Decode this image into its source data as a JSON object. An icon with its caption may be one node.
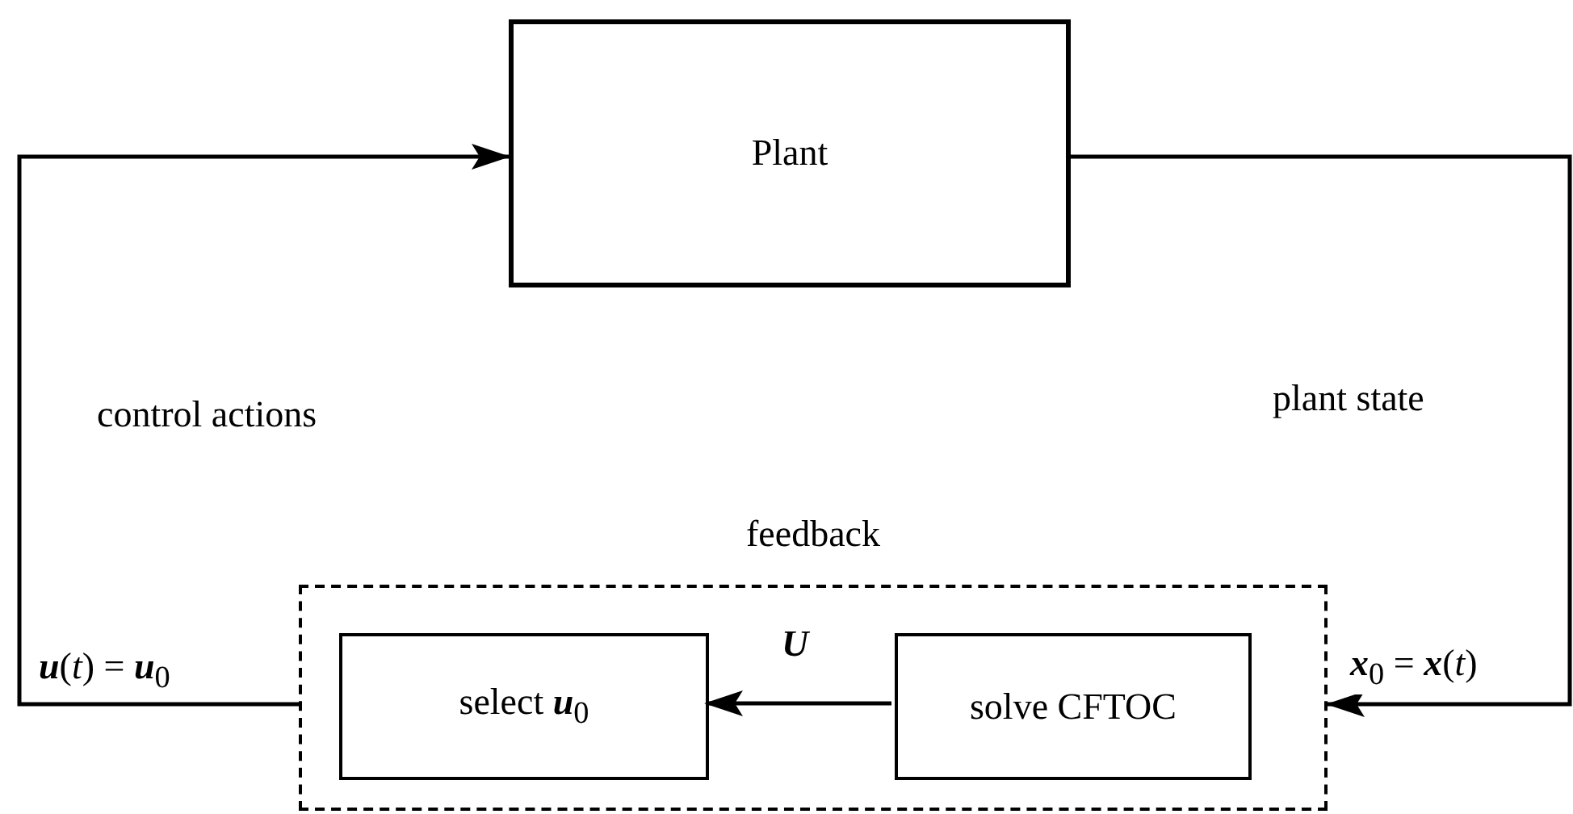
{
  "diagram": {
    "nodes": [
      {
        "text": [
          "Plant"
        ]
      },
      {
        "text": [
          "feedback"
        ]
      },
      {
        "text": [
          "select **u**$_{0}$"
        ],
        "in": 1
      },
      {
        "text": [
          "solve CFTOC"
        ],
        "in": 1
      }
    ],
    "edges": [
      {
        "from": 0,
        "to": 1,
        "arrow": "to",
        "label": "**x**$_{0}$ = **x**(*t*)"
      },
      {
        "from": 3,
        "to": 2,
        "arrow": "to",
        "label": "**U**"
      },
      {
        "from": 1,
        "to": 0,
        "arrow": "to",
        "label": "**u**(*t*) = **u**$_{0}$"
      }
    ],
    "labels": [
      "control actions",
      "plant state"
    ]
  }
}
